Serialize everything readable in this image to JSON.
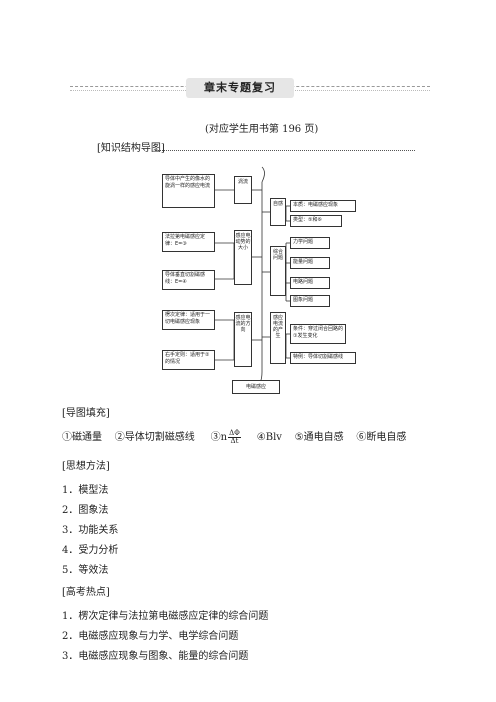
{
  "header": {
    "banner": "章末专题复习",
    "reference": "(对应学生用书第 196 页)"
  },
  "map_section": {
    "title": "[知识结构导图]"
  },
  "diagram": {
    "left_boxes": [
      "导体中产生的像水的旋涡一样的感应电流",
      "法拉第电磁感应定律：E=③",
      "导体垂直切割磁感线：E=④",
      "楞次定律：适用于一切电磁感应现象",
      "右手定则：适用于②　　的情况"
    ],
    "mid_boxes": [
      "涡流",
      "感应电动势的大小",
      "感应电流的方向"
    ],
    "bottom_box": "电磁感应",
    "right_mid_boxes": [
      "自感",
      "综合问题",
      "感应电流的产生"
    ],
    "right_boxes": [
      "本质：电磁感应现象",
      "类型：⑤和⑥",
      "力学问题",
      "能量问题",
      "电路问题",
      "图象问题",
      "条件：穿过闭合回路的①发生变化",
      "特例：导体切割磁感线"
    ]
  },
  "fill": {
    "title": "[导图填充]",
    "item1": "①磁通量",
    "item2": "②导体切割磁感线",
    "item3_prefix": "③n",
    "item3_num": "ΔΦ",
    "item3_den": "Δt",
    "item4": "④Blv",
    "item5": "⑤通电自感",
    "item6": "⑥断电自感"
  },
  "methods": {
    "title": "[思想方法]",
    "items": [
      "1．模型法",
      "2．图象法",
      "3．功能关系",
      "4．受力分析",
      "5．等效法"
    ]
  },
  "hot": {
    "title": "[高考热点]",
    "items": [
      "1．楞次定律与法拉第电磁感应定律的综合问题",
      "2．电磁感应现象与力学、电学综合问题",
      "3．电磁感应现象与图象、能量的综合问题"
    ]
  }
}
